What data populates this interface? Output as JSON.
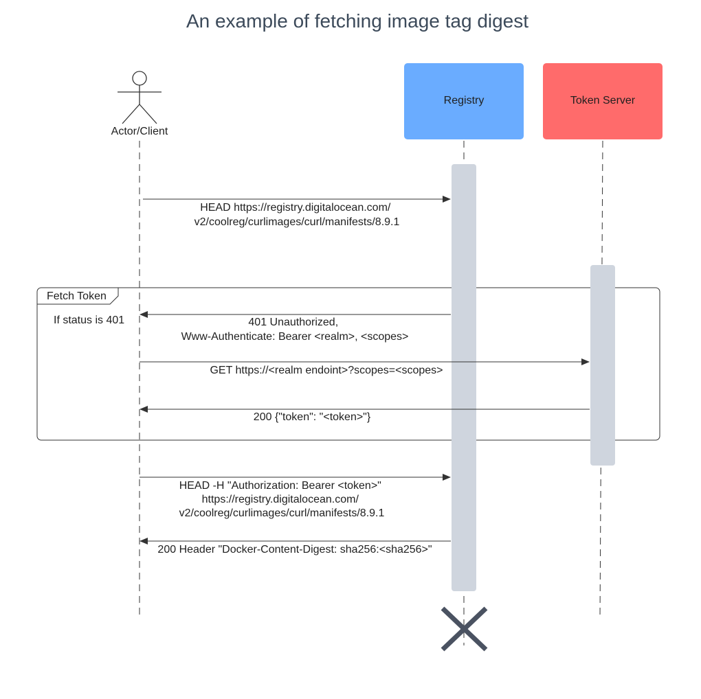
{
  "title": "An example of fetching image tag digest",
  "participants": {
    "actor": "Actor/Client",
    "registry": "Registry",
    "token_server": "Token Server"
  },
  "colors": {
    "registry": "#6aacff",
    "token_server": "#ff6b6b",
    "activation": "#cfd5de",
    "destroy": "#4a5261",
    "title": "#3c4a5a"
  },
  "fragment": {
    "label": "Fetch Token",
    "guard": "If status is 401"
  },
  "messages": {
    "m1": [
      "HEAD https://registry.digitalocean.com/",
      "v2/coolreg/curlimages/curl/manifests/8.9.1"
    ],
    "m2": [
      "401 Unauthorized,",
      "Www-Authenticate: Bearer <realm>, <scopes>"
    ],
    "m3": [
      "GET https://<realm endoint>?scopes=<scopes>"
    ],
    "m4": [
      "200 {\"token\": \"<token>\"}"
    ],
    "m5": [
      "HEAD -H \"Authorization: Bearer <token>\"",
      "https://registry.digitalocean.com/",
      "v2/coolreg/curlimages/curl/manifests/8.9.1"
    ],
    "m6": [
      "200 Header \"Docker-Content-Digest: sha256:<sha256>\""
    ]
  }
}
